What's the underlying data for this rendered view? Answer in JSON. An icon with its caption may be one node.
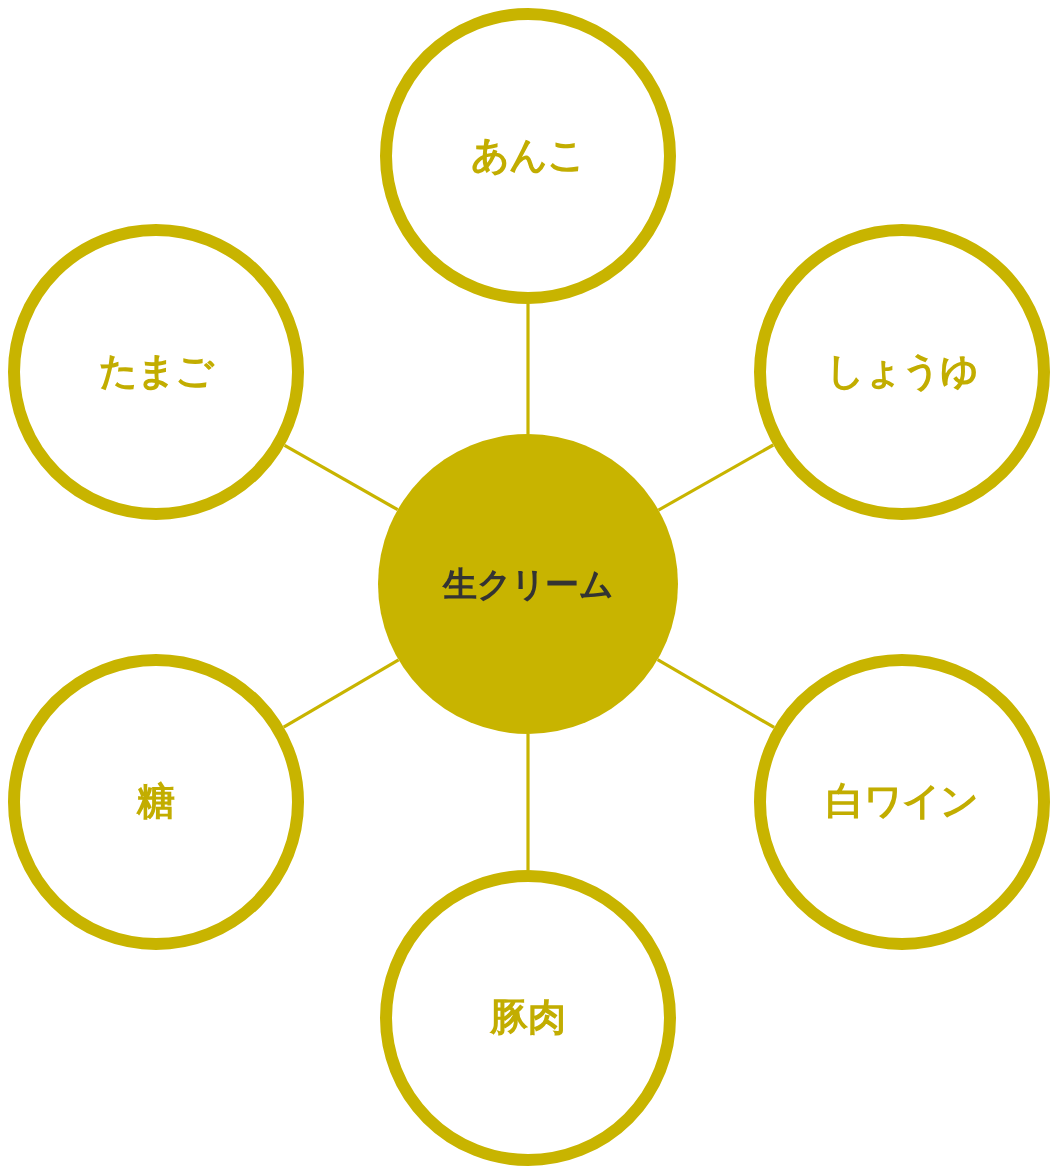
{
  "diagram": {
    "nodes": [
      {
        "text": [
          "生クリーム"
        ]
      },
      {
        "text": [
          "あんこ"
        ]
      },
      {
        "text": [
          "しょうゆ"
        ]
      },
      {
        "text": [
          "白ワイン"
        ]
      },
      {
        "text": [
          "豚肉"
        ]
      },
      {
        "text": [
          "糖"
        ]
      },
      {
        "text": [
          "たまご"
        ]
      }
    ],
    "edges": [
      {
        "from": 0,
        "to": 1,
        "arrow": "none"
      },
      {
        "from": 0,
        "to": 2,
        "arrow": "none"
      },
      {
        "from": 0,
        "to": 3,
        "arrow": "none"
      },
      {
        "from": 0,
        "to": 4,
        "arrow": "none"
      },
      {
        "from": 0,
        "to": 5,
        "arrow": "none"
      },
      {
        "from": 0,
        "to": 6,
        "arrow": "none"
      }
    ]
  }
}
